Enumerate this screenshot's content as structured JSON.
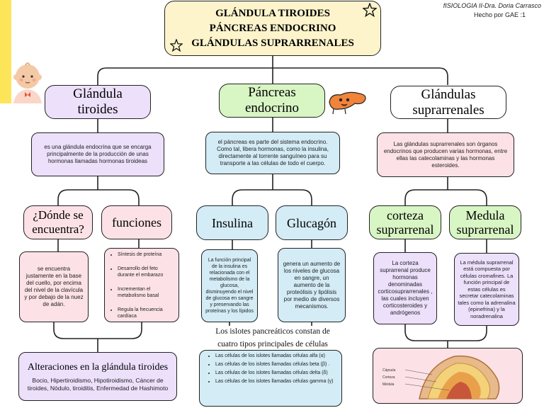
{
  "header": {
    "line1": "GLÁNDULA TIROIDES",
    "line2": "PÁNCREAS ENDOCRINO",
    "line3": "GLÁNDULAS SUPRARRENALES",
    "credit_line1": "fISIOLOGIA II-Dra. Doria Carrasco",
    "credit_line2": "Hecho por GAE :1"
  },
  "tiroides": {
    "title_line1": "Glándula",
    "title_line2": "tiroides",
    "description": "es una glándula endocrina que se encarga principalmente de la producción de unas hormonas llamadas hormonas tiroideas",
    "where_title": "¿Dónde se encuentra?",
    "where_text": "se encuentra justamente en la base del cuello, por encima del nivel de la clavícula y por debajo de la nuez de adán.",
    "functions_title": "funciones",
    "functions": [
      "Síntesis de proteína",
      "Desarrollo del feto durante el embarazo",
      "Incrementan el metabolismo basal",
      "Regula la frecuencia cardíaca"
    ],
    "alterations_title": "Alteraciones en la glándula tiroides",
    "alterations_text": "Bocio, Hipertiroidismo, Hipotiroidismo, Cáncer de tiroides, Nódulo, tiroiditis, Enfermedad de Hashimoto"
  },
  "pancreas": {
    "title_line1": "Páncreas",
    "title_line2": "endocrino",
    "description": "el páncreas es parte del sistema endocrino. Como tal, libera hormonas, como la insulina, directamente al torrente sanguíneo para su transporte a las células de todo el cuerpo.",
    "insulina_title": "Insulina",
    "insulina_text": "La función principal de la insulina es relacionada con el metabolismo de la glucosa, disminuyendo el nivel de glucosa en sangre y preservando las proteínas y los lípidos",
    "glucagon_title": "Glucagón",
    "glucagon_text": "genera un aumento de los niveles de glucosa en sangre, un aumento de la proteólisis y lipólisis por medio de diversos mecanismos.",
    "islets_caption_line1": "Los islotes pancreáticos constan de",
    "islets_caption_line2": "cuatro tipos principales de células",
    "islet_cells": [
      "Las células de los islotes llamadas células alfa (α)",
      "Las células de los islotes llamadas células beta (β) .",
      "Las células de los islotes llamadas células delta (δ)",
      "Las células de los islotes llamadas células gamma (γ)"
    ]
  },
  "suprarrenales": {
    "title_line1": "Glándulas",
    "title_line2": "suprarrenales",
    "description": "Las glándulas suprarrenales son órganos endocrinos que producen varias hormonas, entre ellas las catecolaminas y las hormonas esteroides.",
    "corteza_title_line1": "corteza",
    "corteza_title_line2": "suprarrenal",
    "corteza_text": "La corteza suprarrenal produce hormonas denominadas corticosuprarrenales , las cuales incluyen corticosteroides y andrógenos",
    "medula_title_line1": "Medula",
    "medula_title_line2": "suprarrenal",
    "medula_text": "La médula suprarrenal está compuesta por células cromafines. La función principal de estas células es secretar catecolaminas tales como la adrenalina (epinefrina) y la noradrenalina",
    "image_labels": [
      "Cápsula",
      "Corteza",
      "Médula"
    ]
  },
  "colors": {
    "header_fill": "#fdf4cc",
    "lavender": "#ece0fb",
    "green": "#d8f5c4",
    "blue": "#d3ecf6",
    "pink": "#fce2e6",
    "yellow_strip": "#fde55a",
    "line": "#222222"
  }
}
